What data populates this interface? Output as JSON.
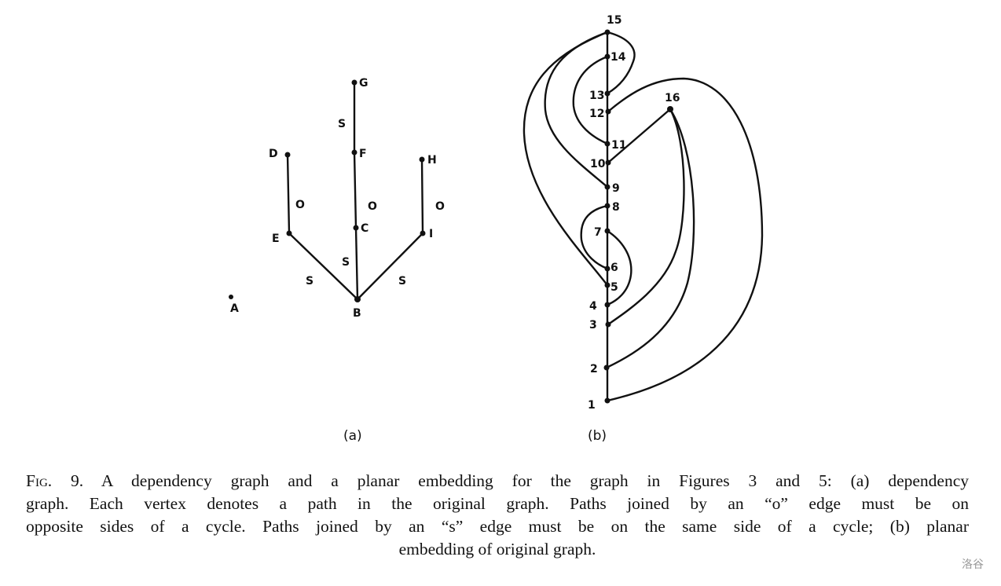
{
  "figure": {
    "part_a": {
      "sublabel": "(a)",
      "vertices": {
        "A": "A",
        "B": "B",
        "C": "C",
        "D": "D",
        "E": "E",
        "F": "F",
        "G": "G",
        "H": "H",
        "I": "I"
      },
      "edges": [
        {
          "from": "G",
          "to": "F",
          "label": "S"
        },
        {
          "from": "F",
          "to": "C",
          "label": "O"
        },
        {
          "from": "C",
          "to": "B",
          "label": "S"
        },
        {
          "from": "D",
          "to": "E",
          "label": "O"
        },
        {
          "from": "E",
          "to": "B",
          "label": "S"
        },
        {
          "from": "H",
          "to": "I",
          "label": "O"
        },
        {
          "from": "I",
          "to": "B",
          "label": "S"
        }
      ]
    },
    "part_b": {
      "sublabel": "(b)",
      "vertices": {
        "v1": "1",
        "v2": "2",
        "v3": "3",
        "v4": "4",
        "v5": "5",
        "v6": "6",
        "v7": "7",
        "v8": "8",
        "v9": "9",
        "v10": "10",
        "v11": "11",
        "v12": "12",
        "v13": "13",
        "v14": "14",
        "v15": "15",
        "v16": "16"
      }
    },
    "caption": {
      "lines": [
        [
          "Fig.",
          " 9.   A dependency graph and a planar embedding for the graph in Figures 3 and 5: (a) dependency"
        ],
        "graph. Each vertex denotes a path in the original graph. Paths joined by an “o” edge must be on",
        "opposite sides of a cycle. Paths joined by an “s” edge must be on the same side of a cycle; (b) planar",
        "embedding of original graph."
      ]
    }
  },
  "watermark": "洛谷"
}
